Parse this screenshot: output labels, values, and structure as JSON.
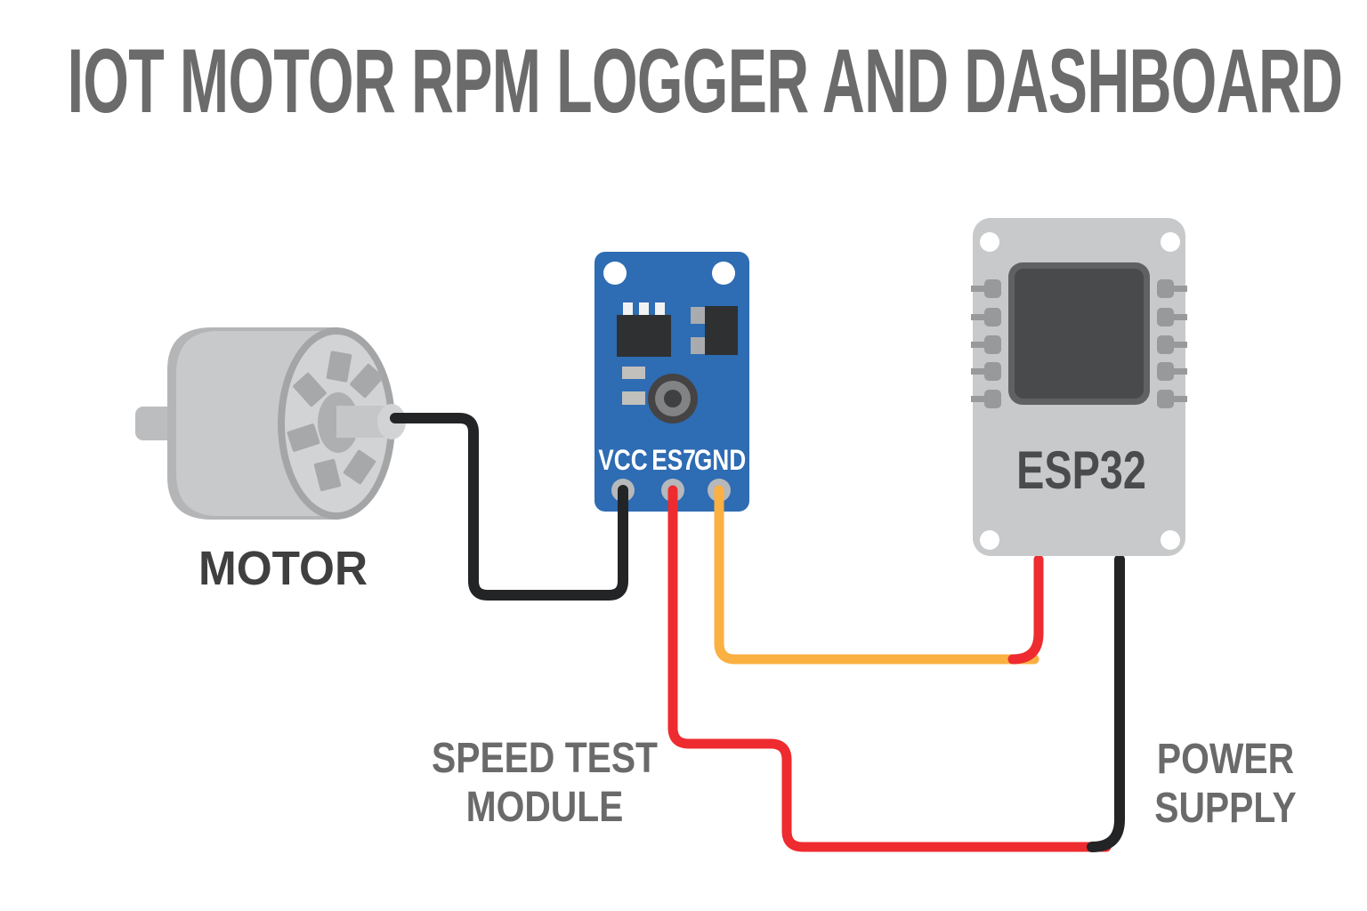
{
  "title": "IOT MOTOR RPM LOGGER AND DASHBOARD",
  "components": {
    "motor": {
      "label": "MOTOR"
    },
    "speed_module": {
      "label_line1": "SPEED TEST",
      "label_line2": "MODULE",
      "pins": {
        "pin1": "VCC",
        "pin2": "ES7",
        "pin3": "GND"
      }
    },
    "esp32": {
      "label": "ESP32"
    },
    "power_supply": {
      "label_line1": "POWER",
      "label_line2": "SUPPLY"
    }
  },
  "wires": [
    {
      "id": "motor-to-vcc",
      "color_name": "black",
      "from": "motor-shaft",
      "to": "module-pin-vcc"
    },
    {
      "id": "es7-to-power",
      "color_name": "red",
      "from": "module-pin-es7",
      "to": "power-supply-junction"
    },
    {
      "id": "gnd-to-esp32",
      "color_name": "yellow",
      "from": "module-pin-gnd",
      "to": "esp32-red-lead"
    },
    {
      "id": "esp32-red-lead",
      "color_name": "red",
      "from": "esp32-board",
      "to": "gnd-wire-end"
    },
    {
      "id": "esp32-black-lead",
      "color_name": "black",
      "from": "esp32-board",
      "to": "power-supply-junction"
    }
  ],
  "colors": {
    "title_gray": "#6b6b6b",
    "label_gray": "#6a6a6a",
    "motor_label_gray": "#3f3f3f",
    "module_board_blue": "#2e6cb3",
    "wire_black": "#232426",
    "wire_red": "#ee2b2f",
    "wire_yellow": "#fbb042",
    "esp32_board_gray": "#c8c9ca",
    "chip_dark_gray": "#494a4c",
    "pin_label_white": "#ffffff"
  }
}
